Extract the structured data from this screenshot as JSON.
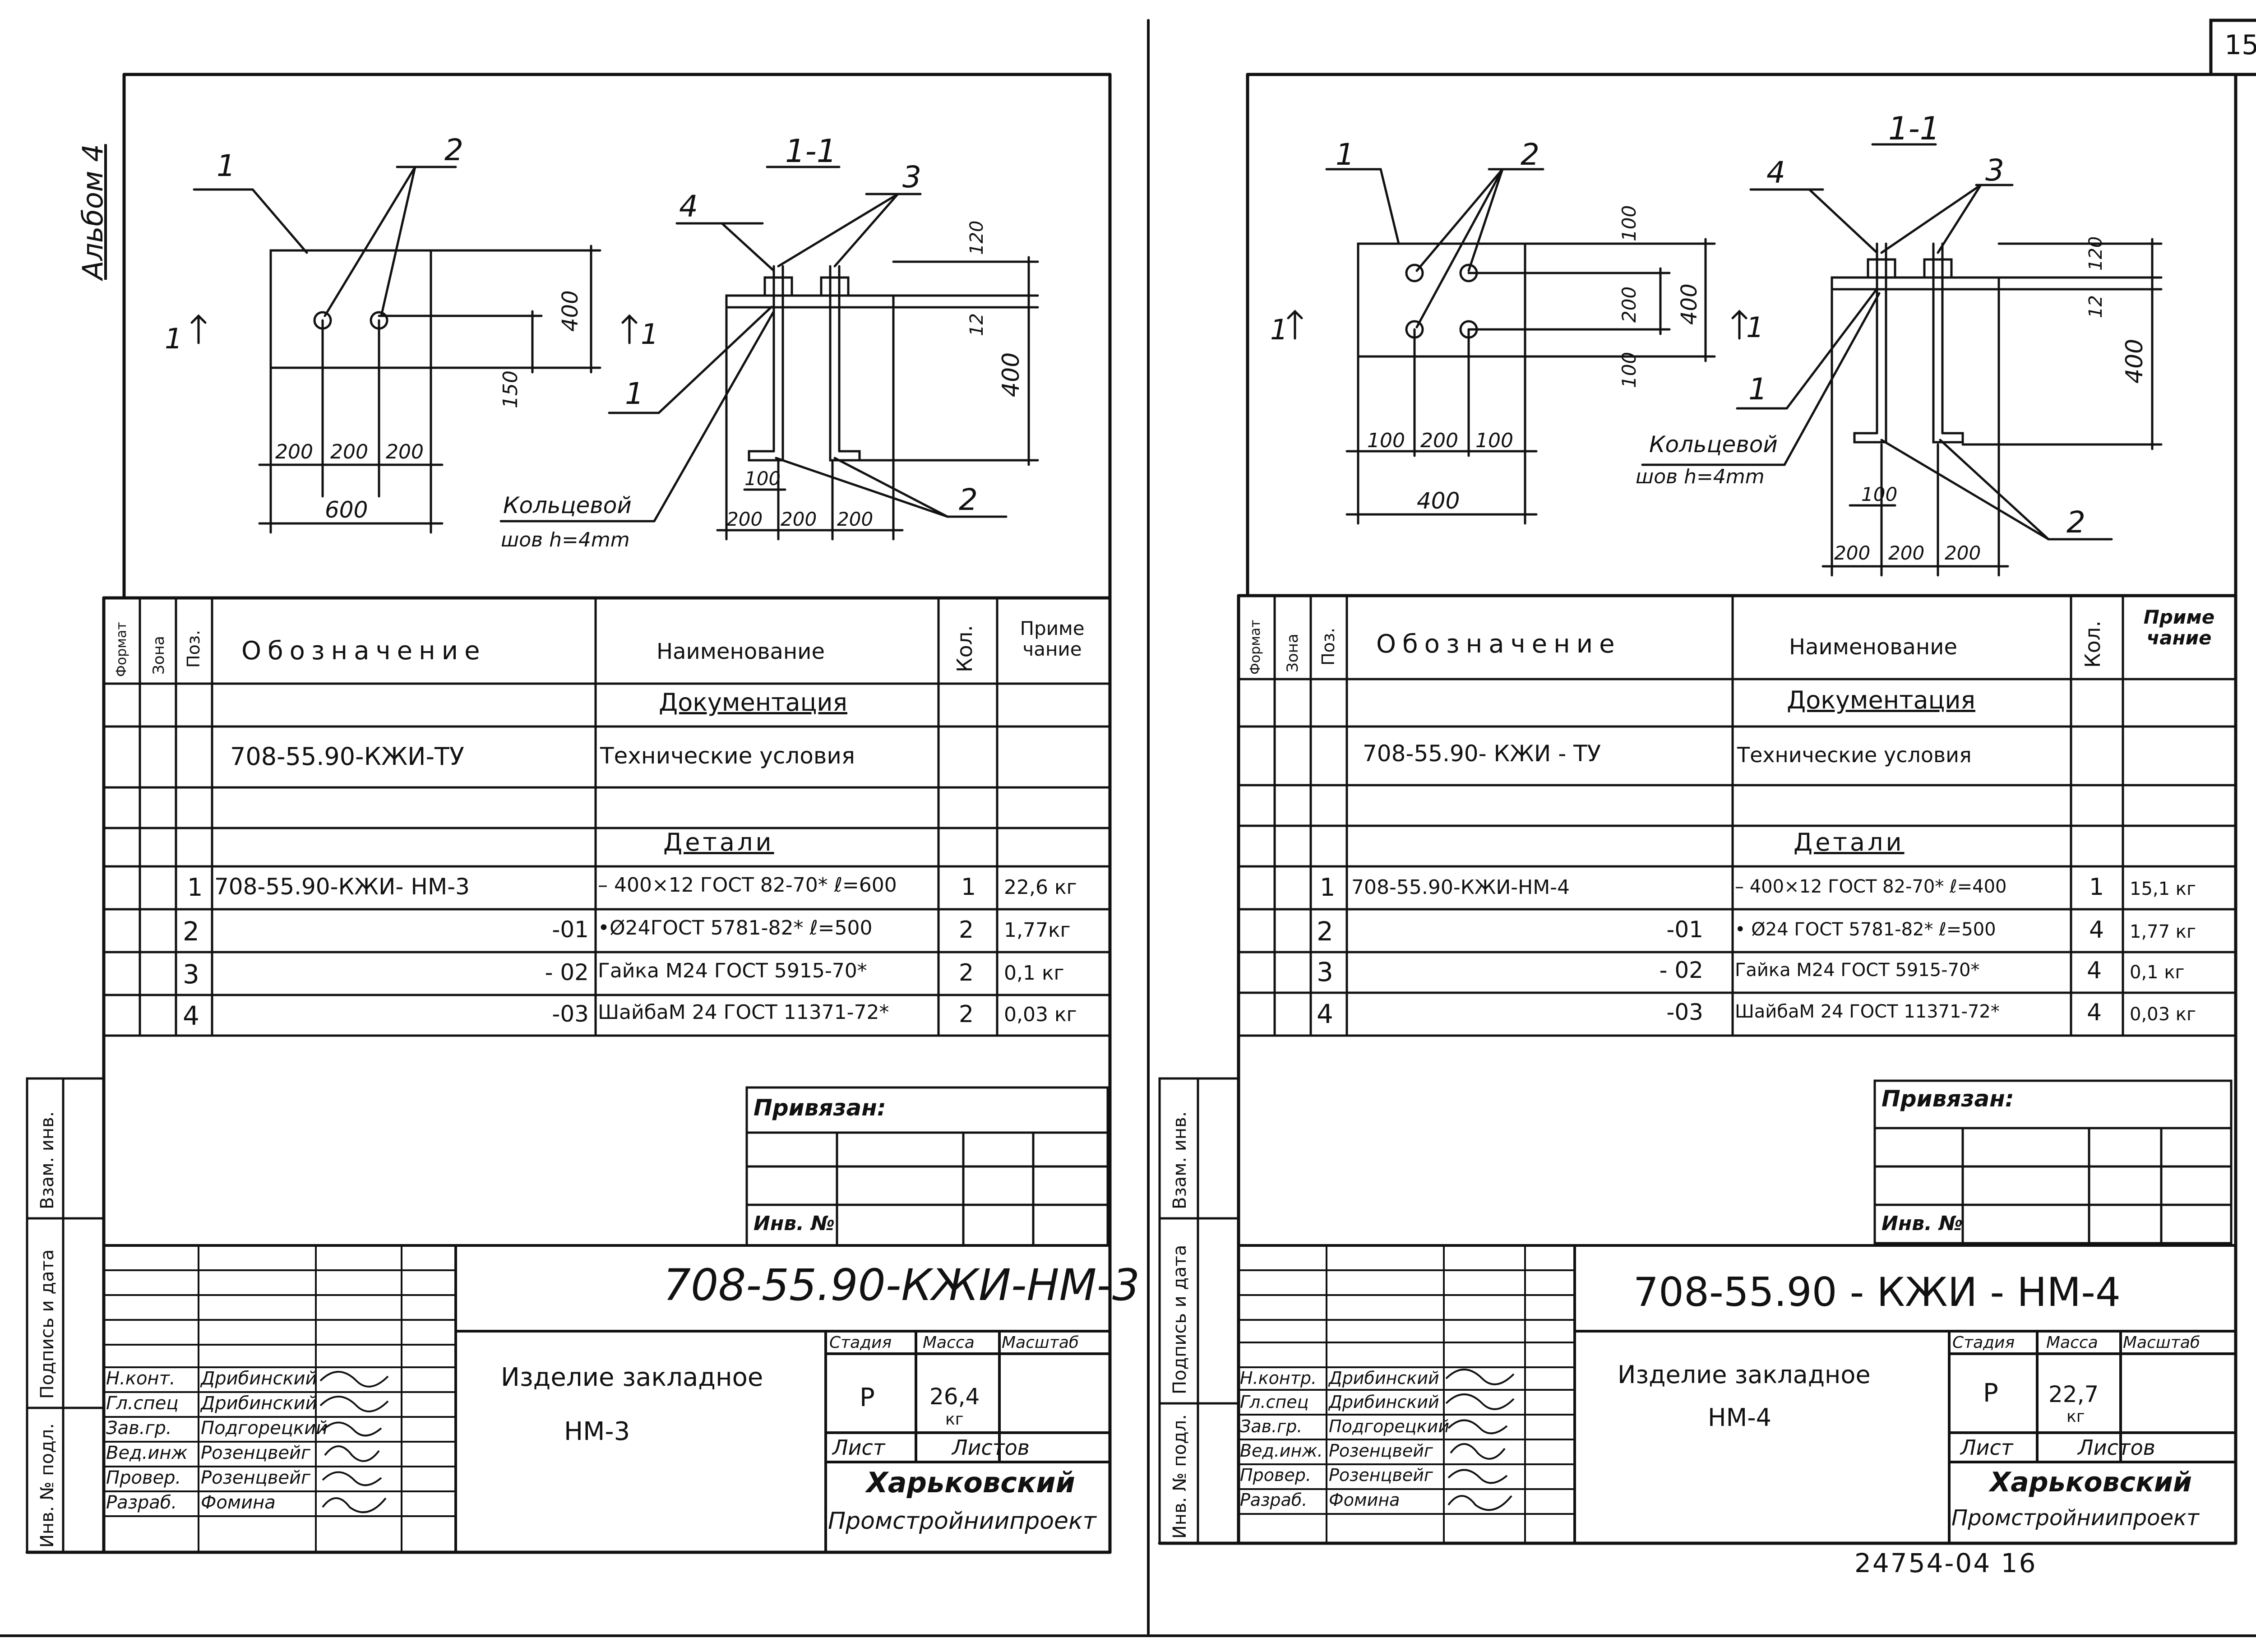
{
  "page_number": "15",
  "album_label": "Альбом 4",
  "footer_code": "24754-04 16",
  "side_stamp": {
    "vzam_inv": "Взам. инв.",
    "podpis_data": "Подпись и дата",
    "inv_podl": "Инв. № подл."
  },
  "spec_headers": {
    "format": "Формат",
    "zona": "Зона",
    "poz": "Поз.",
    "oboznachenie": "Обозначение",
    "naimenovanie": "Наименование",
    "kol": "Кол.",
    "primechanie": "Приме чание"
  },
  "sheets": [
    {
      "id": "nm3",
      "drawing": {
        "section_label": "1-1",
        "callouts": [
          "1",
          "2",
          "3",
          "4",
          "1",
          "2"
        ],
        "cut_marks": [
          "1",
          "1"
        ],
        "dims_plan": [
          "200",
          "200",
          "200",
          "600",
          "400",
          "150"
        ],
        "dims_section": [
          "120",
          "12",
          "400",
          "100",
          "200",
          "200",
          "200"
        ],
        "weld_note_1": "Кольцевой",
        "weld_note_2": "шов h=4mm"
      },
      "spec": {
        "section_docs": "Документация",
        "doc_row": {
          "designation": "708-55.90-КЖИ-ТУ",
          "name": "Технические условия"
        },
        "section_parts": "Детали",
        "rows": [
          {
            "poz": "1",
            "designation": "708-55.90-КЖИ- НМ-3",
            "name": "– 400×12 ГОСТ 82-70* ℓ=600",
            "qty": "1",
            "note": "22,6 кг"
          },
          {
            "poz": "2",
            "designation": "-01",
            "name": "•Ø24ГОСТ 5781-82* ℓ=500",
            "qty": "2",
            "note": "1,77кг"
          },
          {
            "poz": "3",
            "designation": "- 02",
            "name": "Гайка М24 ГОСТ 5915-70*",
            "qty": "2",
            "note": "0,1 кг"
          },
          {
            "poz": "4",
            "designation": "-03",
            "name": "ШайбаМ 24 ГОСТ 11371-72*",
            "qty": "2",
            "note": "0,03 кг"
          }
        ]
      },
      "privyazan": "Привязан:",
      "inv_no": "Инв. №",
      "title_block": {
        "code": "708-55.90-КЖИ-НМ-3",
        "item_name_1": "Изделие закладное",
        "item_name_2": "НМ-3",
        "stadiya_label": "Стадия",
        "massa_label": "Масса",
        "masshtab_label": "Масштаб",
        "stadiya": "Р",
        "massa": "26,4",
        "massa_unit": "кг",
        "list_label": "Лист",
        "listov_label": "Листов",
        "org_1": "Харьковский",
        "org_2": "Промстройниипроект",
        "roles": [
          {
            "role": "Н.конт.",
            "name": "Дрибинский"
          },
          {
            "role": "Гл.спец",
            "name": "Дрибинский"
          },
          {
            "role": "Зав.гр.",
            "name": "Подгорецкий"
          },
          {
            "role": "Вед.инж",
            "name": "Розенцвейг"
          },
          {
            "role": "Провер.",
            "name": "Розенцвейг"
          },
          {
            "role": "Разраб.",
            "name": "Фомина"
          }
        ]
      }
    },
    {
      "id": "nm4",
      "drawing": {
        "section_label": "1-1",
        "callouts": [
          "1",
          "2",
          "4",
          "3",
          "1",
          "2"
        ],
        "cut_marks": [
          "1",
          "1"
        ],
        "dims_plan": [
          "100",
          "200",
          "100",
          "400",
          "100",
          "200",
          "100",
          "400"
        ],
        "dims_section": [
          "120",
          "12",
          "400",
          "100",
          "200",
          "200",
          "200"
        ],
        "weld_note_1": "Кольцевой",
        "weld_note_2": "шов h=4mm"
      },
      "spec": {
        "section_docs": "Документация",
        "doc_row": {
          "designation": "708-55.90- КЖИ - ТУ",
          "name": "Технические условия"
        },
        "section_parts": "Детали",
        "rows": [
          {
            "poz": "1",
            "designation": "708-55.90-КЖИ-НМ-4",
            "name": "– 400×12 ГОСТ 82-70* ℓ=400",
            "qty": "1",
            "note": "15,1 кг"
          },
          {
            "poz": "2",
            "designation": "-01",
            "name": "• Ø24 ГОСТ 5781-82* ℓ=500",
            "qty": "4",
            "note": "1,77 кг"
          },
          {
            "poz": "3",
            "designation": "- 02",
            "name": "Гайка М24 ГОСТ 5915-70*",
            "qty": "4",
            "note": "0,1 кг"
          },
          {
            "poz": "4",
            "designation": "-03",
            "name": "ШайбаМ 24 ГОСТ 11371-72*",
            "qty": "4",
            "note": "0,03 кг"
          }
        ]
      },
      "privyazan": "Привязан:",
      "inv_no": "Инв. №",
      "title_block": {
        "code": "708-55.90 - КЖИ - НМ-4",
        "item_name_1": "Изделие закладное",
        "item_name_2": "НМ-4",
        "stadiya_label": "Стадия",
        "massa_label": "Масса",
        "masshtab_label": "Масштаб",
        "stadiya": "Р",
        "massa": "22,7",
        "massa_unit": "кг",
        "list_label": "Лист",
        "listov_label": "Листов",
        "org_1": "Харьковский",
        "org_2": "Промстройниипроект",
        "roles": [
          {
            "role": "Н.контр.",
            "name": "Дрибинский"
          },
          {
            "role": "Гл.спец",
            "name": "Дрибинский"
          },
          {
            "role": "Зав.гр.",
            "name": "Подгорецкий"
          },
          {
            "role": "Вед.инж.",
            "name": "Розенцвейг"
          },
          {
            "role": "Провер.",
            "name": "Розенцвейг"
          },
          {
            "role": "Разраб.",
            "name": "Фомина"
          }
        ]
      }
    }
  ]
}
